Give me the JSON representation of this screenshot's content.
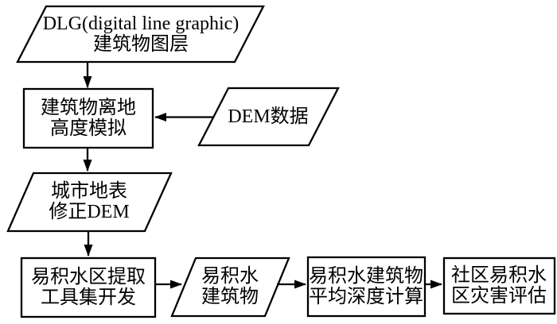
{
  "diagram": {
    "background_color": "#ffffff",
    "stroke_color": "#000000",
    "text_color": "#000000",
    "nodes": {
      "dlg": {
        "shape": "parallelogram",
        "lines": [
          "DLG(digital line graphic)",
          "建筑物图层"
        ]
      },
      "height_sim": {
        "shape": "rectangle",
        "lines": [
          "建筑物离地",
          "高度模拟"
        ]
      },
      "dem": {
        "shape": "parallelogram",
        "lines": [
          "DEM数据"
        ]
      },
      "corrected_dem": {
        "shape": "parallelogram",
        "lines": [
          "城市地表",
          "修正DEM"
        ]
      },
      "toolset": {
        "shape": "rectangle",
        "lines": [
          "易积水区提取",
          "工具集开发"
        ]
      },
      "flood_buildings": {
        "shape": "parallelogram",
        "lines": [
          "易积水",
          "建筑物"
        ]
      },
      "avg_depth": {
        "shape": "rectangle",
        "lines": [
          "易积水建筑物",
          "平均深度计算"
        ]
      },
      "community": {
        "shape": "rectangle",
        "lines": [
          "社区易积水",
          "区灾害评估"
        ]
      }
    },
    "edges": [
      {
        "from": "dlg",
        "to": "height_sim"
      },
      {
        "from": "dem",
        "to": "height_sim"
      },
      {
        "from": "height_sim",
        "to": "corrected_dem"
      },
      {
        "from": "corrected_dem",
        "to": "toolset"
      },
      {
        "from": "toolset",
        "to": "flood_buildings"
      },
      {
        "from": "flood_buildings",
        "to": "avg_depth"
      },
      {
        "from": "avg_depth",
        "to": "community"
      }
    ]
  }
}
